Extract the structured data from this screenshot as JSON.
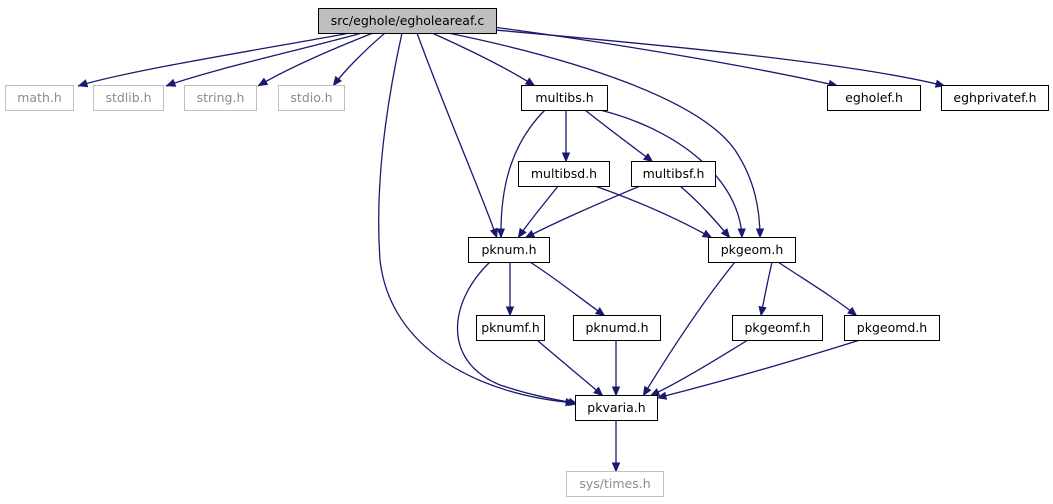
{
  "graph": {
    "colors": {
      "edge": "#191970",
      "root_fill": "#bfbfbf",
      "node_border": "#000000",
      "system_border": "#bfbfbf",
      "system_text": "#8c8c8c"
    },
    "nodes": [
      {
        "id": "root",
        "label": "src/eghole/egholeareaf.c",
        "kind": "root"
      },
      {
        "id": "math",
        "label": "math.h",
        "kind": "system"
      },
      {
        "id": "stdlib",
        "label": "stdlib.h",
        "kind": "system"
      },
      {
        "id": "string",
        "label": "string.h",
        "kind": "system"
      },
      {
        "id": "stdio",
        "label": "stdio.h",
        "kind": "system"
      },
      {
        "id": "multibs",
        "label": "multibs.h",
        "kind": "file"
      },
      {
        "id": "egholef",
        "label": "egholef.h",
        "kind": "file"
      },
      {
        "id": "eghprivatef",
        "label": "eghprivatef.h",
        "kind": "file"
      },
      {
        "id": "multibsd",
        "label": "multibsd.h",
        "kind": "file"
      },
      {
        "id": "multibsf",
        "label": "multibsf.h",
        "kind": "file"
      },
      {
        "id": "pknum",
        "label": "pknum.h",
        "kind": "file"
      },
      {
        "id": "pkgeom",
        "label": "pkgeom.h",
        "kind": "file"
      },
      {
        "id": "pknumf",
        "label": "pknumf.h",
        "kind": "file"
      },
      {
        "id": "pknumd",
        "label": "pknumd.h",
        "kind": "file"
      },
      {
        "id": "pkgeomf",
        "label": "pkgeomf.h",
        "kind": "file"
      },
      {
        "id": "pkgeomd",
        "label": "pkgeomd.h",
        "kind": "file"
      },
      {
        "id": "pkvaria",
        "label": "pkvaria.h",
        "kind": "file"
      },
      {
        "id": "systimes",
        "label": "sys/times.h",
        "kind": "system"
      }
    ],
    "edges": [
      {
        "from": "root",
        "to": "math"
      },
      {
        "from": "root",
        "to": "stdlib"
      },
      {
        "from": "root",
        "to": "string"
      },
      {
        "from": "root",
        "to": "stdio"
      },
      {
        "from": "root",
        "to": "multibs"
      },
      {
        "from": "root",
        "to": "pknum"
      },
      {
        "from": "root",
        "to": "pkgeom"
      },
      {
        "from": "root",
        "to": "pkvaria"
      },
      {
        "from": "root",
        "to": "egholef"
      },
      {
        "from": "root",
        "to": "eghprivatef"
      },
      {
        "from": "multibs",
        "to": "multibsd"
      },
      {
        "from": "multibs",
        "to": "multibsf"
      },
      {
        "from": "multibs",
        "to": "pknum"
      },
      {
        "from": "multibs",
        "to": "pkgeom"
      },
      {
        "from": "multibsd",
        "to": "pknum"
      },
      {
        "from": "multibsd",
        "to": "pkgeom"
      },
      {
        "from": "multibsf",
        "to": "pknum"
      },
      {
        "from": "multibsf",
        "to": "pkgeom"
      },
      {
        "from": "pknum",
        "to": "pknumf"
      },
      {
        "from": "pknum",
        "to": "pknumd"
      },
      {
        "from": "pknum",
        "to": "pkvaria"
      },
      {
        "from": "pkgeom",
        "to": "pkgeomf"
      },
      {
        "from": "pkgeom",
        "to": "pkgeomd"
      },
      {
        "from": "pkgeom",
        "to": "pkvaria"
      },
      {
        "from": "pknumf",
        "to": "pkvaria"
      },
      {
        "from": "pknumd",
        "to": "pkvaria"
      },
      {
        "from": "pkgeomf",
        "to": "pkvaria"
      },
      {
        "from": "pkgeomd",
        "to": "pkvaria"
      },
      {
        "from": "pkvaria",
        "to": "systimes"
      }
    ]
  }
}
